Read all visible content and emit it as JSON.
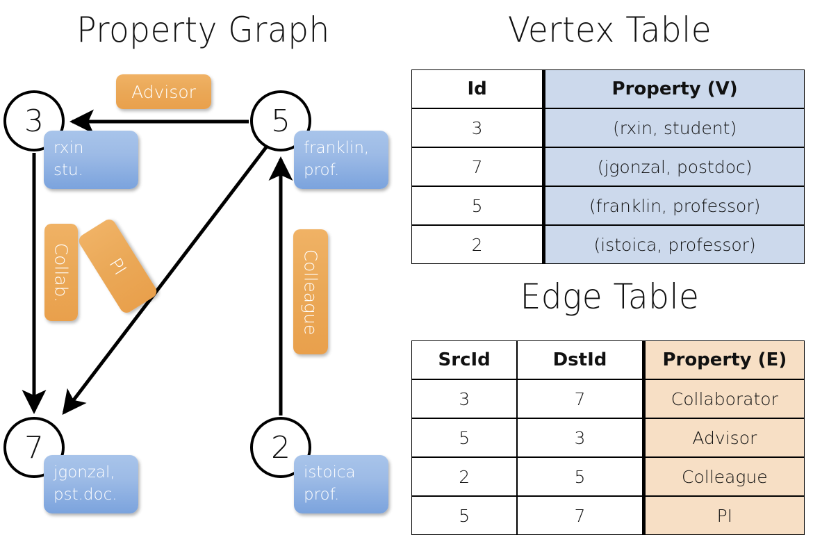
{
  "titles": {
    "property_graph": "Property Graph",
    "vertex_table": "Vertex Table",
    "edge_table": "Edge Table"
  },
  "colors": {
    "vertex_property_fill": "#ccd9ec",
    "edge_property_fill": "#f7dfc5",
    "node_box_blue": "#9dbbe6",
    "edge_label_orange": "#eaa857",
    "stroke": "#000000"
  },
  "graph": {
    "vertices": [
      {
        "id": "3",
        "property_label": "rxin\nstu.",
        "name": "rxin",
        "role": "stu."
      },
      {
        "id": "5",
        "property_label": "franklin,\nprof.",
        "name": "franklin,",
        "role": "prof."
      },
      {
        "id": "7",
        "property_label": "jgonzal,\npst.doc.",
        "name": "jgonzal,",
        "role": "pst.doc."
      },
      {
        "id": "2",
        "property_label": "istoica\nprof.",
        "name": "istoica",
        "role": "prof."
      }
    ],
    "edge_labels": [
      {
        "key": "advisor",
        "text": "Advisor",
        "orientation": "horizontal"
      },
      {
        "key": "collab",
        "text": "Collab.",
        "orientation": "vertical"
      },
      {
        "key": "pi",
        "text": "PI",
        "orientation": "vertical-rotated"
      },
      {
        "key": "colleague",
        "text": "Colleague",
        "orientation": "vertical"
      }
    ],
    "edges": [
      {
        "from": "5",
        "to": "3",
        "label": "Advisor"
      },
      {
        "from": "3",
        "to": "7",
        "label": "Collab."
      },
      {
        "from": "5",
        "to": "7",
        "label": "PI"
      },
      {
        "from": "2",
        "to": "5",
        "label": "Colleague"
      }
    ]
  },
  "vertex_table": {
    "headers": [
      "Id",
      "Property (V)"
    ],
    "rows": [
      {
        "id": "3",
        "property": "(rxin, student)"
      },
      {
        "id": "7",
        "property": "(jgonzal, postdoc)"
      },
      {
        "id": "5",
        "property": "(franklin, professor)"
      },
      {
        "id": "2",
        "property": "(istoica, professor)"
      }
    ]
  },
  "edge_table": {
    "headers": [
      "SrcId",
      "DstId",
      "Property (E)"
    ],
    "rows": [
      {
        "src": "3",
        "dst": "7",
        "property": "Collaborator"
      },
      {
        "src": "5",
        "dst": "3",
        "property": "Advisor"
      },
      {
        "src": "2",
        "dst": "5",
        "property": "Colleague"
      },
      {
        "src": "5",
        "dst": "7",
        "property": "PI"
      }
    ]
  }
}
